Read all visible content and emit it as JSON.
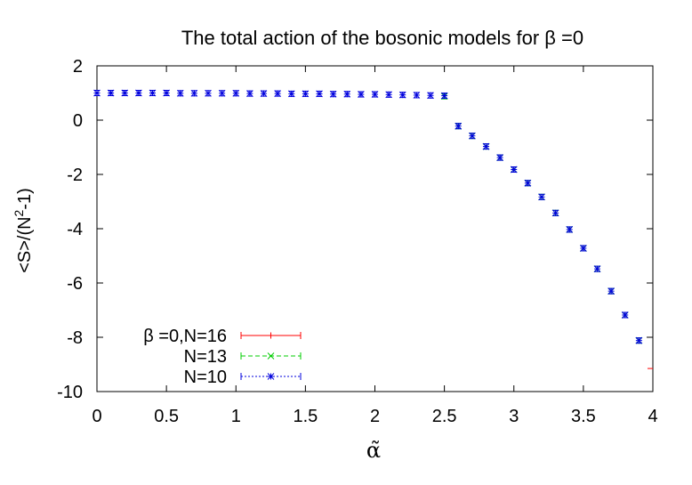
{
  "chart_data": {
    "type": "scatter",
    "title": "The total action of the bosonic models for β =0",
    "xlabel": "α̃",
    "ylabel_base": "<S>/(N",
    "ylabel_sup": "2",
    "ylabel_tail": "-1)",
    "xlim": [
      0,
      4
    ],
    "ylim": [
      -10,
      2
    ],
    "xticks": [
      0,
      0.5,
      1,
      1.5,
      2,
      2.5,
      3,
      3.5,
      4
    ],
    "xtick_labels": [
      "0",
      "0.5",
      "1",
      "1.5",
      "2",
      "2.5",
      "3",
      "3.5",
      "4"
    ],
    "yticks": [
      -10,
      -8,
      -6,
      -4,
      -2,
      0,
      2
    ],
    "ytick_labels": [
      "-10",
      "-8",
      "-6",
      "-4",
      "-2",
      "0",
      "2"
    ],
    "grid": false,
    "legend_position": "bottom-left",
    "series": [
      {
        "name": "β =0,N=16",
        "color": "#ff0000",
        "marker": "plus",
        "x": [
          4.0
        ],
        "y": [
          -9.15
        ]
      },
      {
        "name": "N=13",
        "color": "#00cc00",
        "marker": "cross",
        "x": [
          2.5,
          2.6,
          2.7,
          2.8,
          2.9,
          3.0,
          3.1,
          3.2,
          3.3,
          3.4,
          3.5,
          3.6,
          3.7,
          3.8,
          3.9
        ],
        "y": [
          0.88,
          -0.22,
          -0.58,
          -0.97,
          -1.38,
          -1.82,
          -2.32,
          -2.83,
          -3.42,
          -4.03,
          -4.72,
          -5.48,
          -6.3,
          -7.18,
          -8.12
        ]
      },
      {
        "name": "N=10",
        "color": "#0000dd",
        "marker": "star",
        "x": [
          0.0,
          0.1,
          0.2,
          0.3,
          0.4,
          0.5,
          0.6,
          0.7,
          0.8,
          0.9,
          1.0,
          1.1,
          1.2,
          1.3,
          1.4,
          1.5,
          1.6,
          1.7,
          1.8,
          1.9,
          2.0,
          2.1,
          2.2,
          2.3,
          2.4,
          2.5,
          2.6,
          2.7,
          2.8,
          2.9,
          3.0,
          3.1,
          3.2,
          3.3,
          3.4,
          3.5,
          3.6,
          3.7,
          3.8,
          3.9
        ],
        "y": [
          1.0,
          1.0,
          1.0,
          1.0,
          1.0,
          1.0,
          0.99,
          0.99,
          0.99,
          0.99,
          0.99,
          0.98,
          0.98,
          0.98,
          0.97,
          0.97,
          0.97,
          0.96,
          0.96,
          0.95,
          0.95,
          0.94,
          0.93,
          0.92,
          0.91,
          0.9,
          -0.22,
          -0.58,
          -0.97,
          -1.38,
          -1.82,
          -2.32,
          -2.83,
          -3.42,
          -4.03,
          -4.72,
          -5.48,
          -6.3,
          -7.18,
          -8.12
        ]
      }
    ]
  }
}
